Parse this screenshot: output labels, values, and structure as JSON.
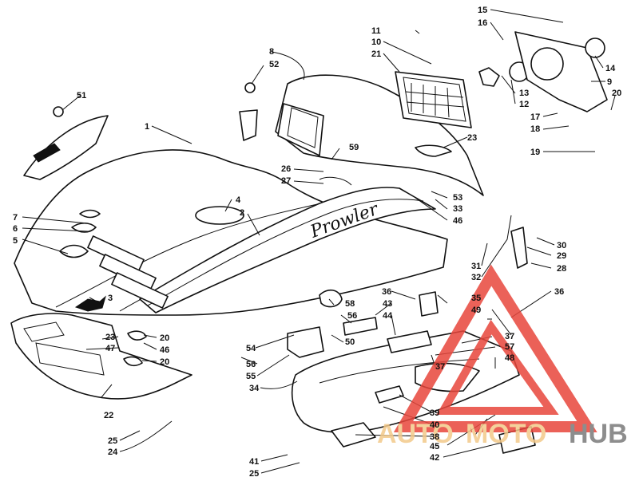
{
  "labels": {
    "l1": "1",
    "l2": "2",
    "l3": "3",
    "l4": "4",
    "l5": "5",
    "l6": "6",
    "l7": "7",
    "l8": "8",
    "l9": "9",
    "l10": "10",
    "l11": "11",
    "l12": "12",
    "l13": "13",
    "l14": "14",
    "l15": "15",
    "l16": "16",
    "l17": "17",
    "l18": "18",
    "l19": "19",
    "l20a": "20",
    "l20b": "20",
    "l20c": "20",
    "l21": "21",
    "l22": "22",
    "l23a": "23",
    "l23b": "23",
    "l24": "24",
    "l25a": "25",
    "l25b": "25",
    "l26": "26",
    "l27": "27",
    "l28": "28",
    "l29": "29",
    "l30": "30",
    "l31": "31",
    "l32": "32",
    "l33": "33",
    "l34": "34",
    "l35": "35",
    "l36a": "36",
    "l36b": "36",
    "l37a": "37",
    "l37b": "37",
    "l38": "38",
    "l39": "39",
    "l40": "40",
    "l41": "41",
    "l42": "42",
    "l43": "43",
    "l44": "44",
    "l45": "45",
    "l46a": "46",
    "l46b": "46",
    "l47": "47",
    "l48": "48",
    "l49": "49",
    "l50": "50",
    "l51": "51",
    "l52": "52",
    "l53": "53",
    "l54": "54",
    "l55": "55",
    "l56a": "56",
    "l56b": "56",
    "l57": "57",
    "l58": "58",
    "l59": "59"
  },
  "decal_text": "Prowler",
  "watermark": {
    "part1": "AUTO",
    "part2": "MOTO",
    "part3": "HUB"
  },
  "colors": {
    "line": "#111111",
    "watermark_red": "#e8463c",
    "watermark_orange": "#f3c98a",
    "watermark_gray": "#7a7a7a"
  }
}
